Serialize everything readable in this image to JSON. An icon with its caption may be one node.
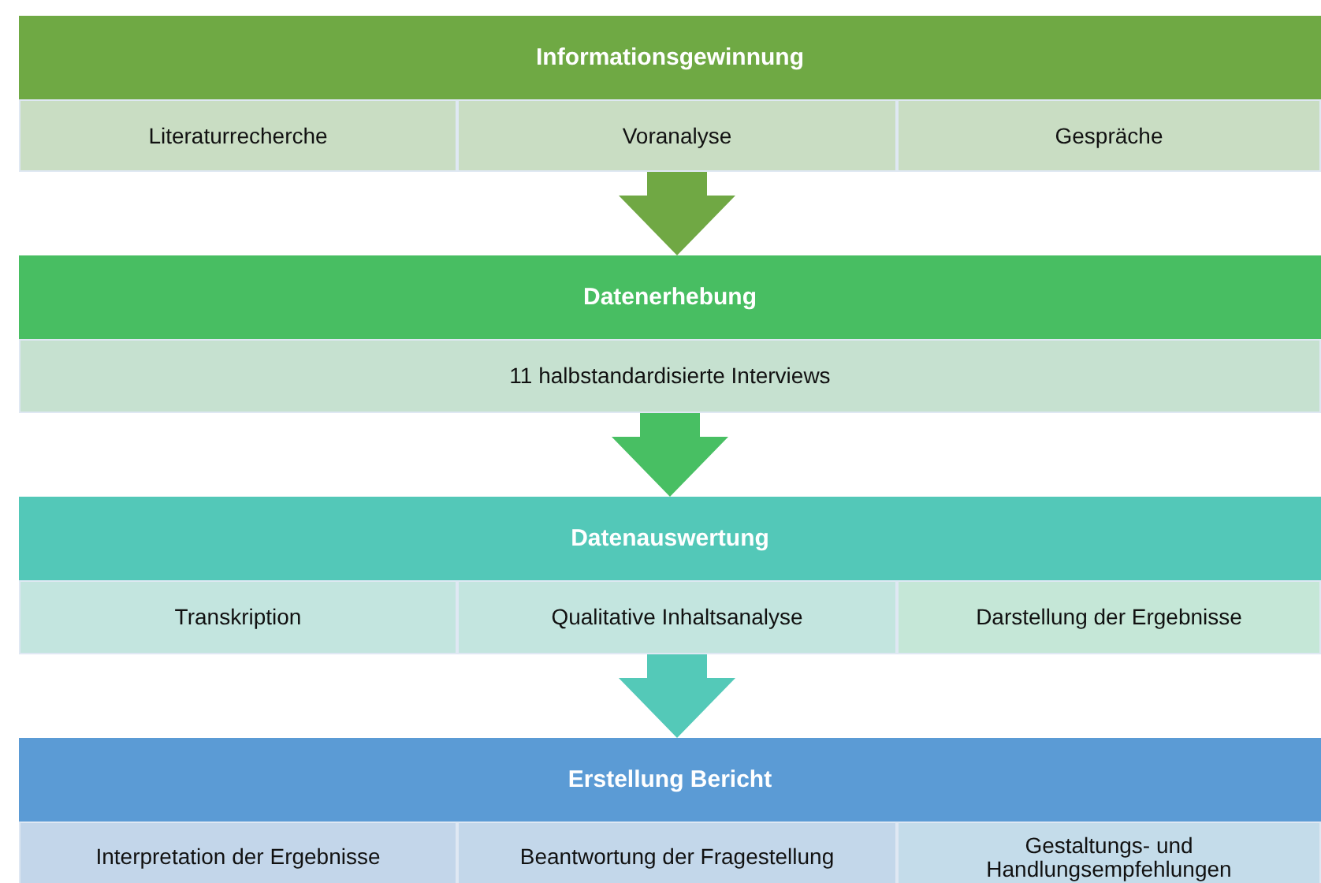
{
  "diagram": {
    "nodes": [
      {
        "text": [
          "Informationsgewinnung"
        ]
      },
      {
        "text": [
          "Literaturrecherche"
        ]
      },
      {
        "text": [
          "Voranalyse"
        ]
      },
      {
        "text": [
          "Gespräche"
        ]
      },
      {
        "text": [
          "Datenerhebung"
        ]
      },
      {
        "text": [
          "11 halbstandardisierte Interviews"
        ]
      },
      {
        "text": [
          "Datenauswertung"
        ]
      },
      {
        "text": [
          "Transkription"
        ]
      },
      {
        "text": [
          "Qualitative Inhaltsanalyse"
        ]
      },
      {
        "text": [
          "Darstellung der Ergebnisse"
        ]
      },
      {
        "text": [
          "Erstellung Bericht"
        ]
      },
      {
        "text": [
          "Interpretation der Ergebnisse"
        ]
      },
      {
        "text": [
          "Beantwortung der Fragestellung"
        ]
      },
      {
        "text": [
          "Gestaltungs- und Handlungsempfehlungen"
        ]
      }
    ],
    "edges": [
      {
        "from": 2,
        "to": 4,
        "arrow": "to",
        "color": "#70a844"
      },
      {
        "from": 5,
        "to": 6,
        "arrow": "to",
        "color": "#48bf63"
      },
      {
        "from": 8,
        "to": 10,
        "arrow": "to",
        "color": "#54c9b8"
      }
    ]
  }
}
